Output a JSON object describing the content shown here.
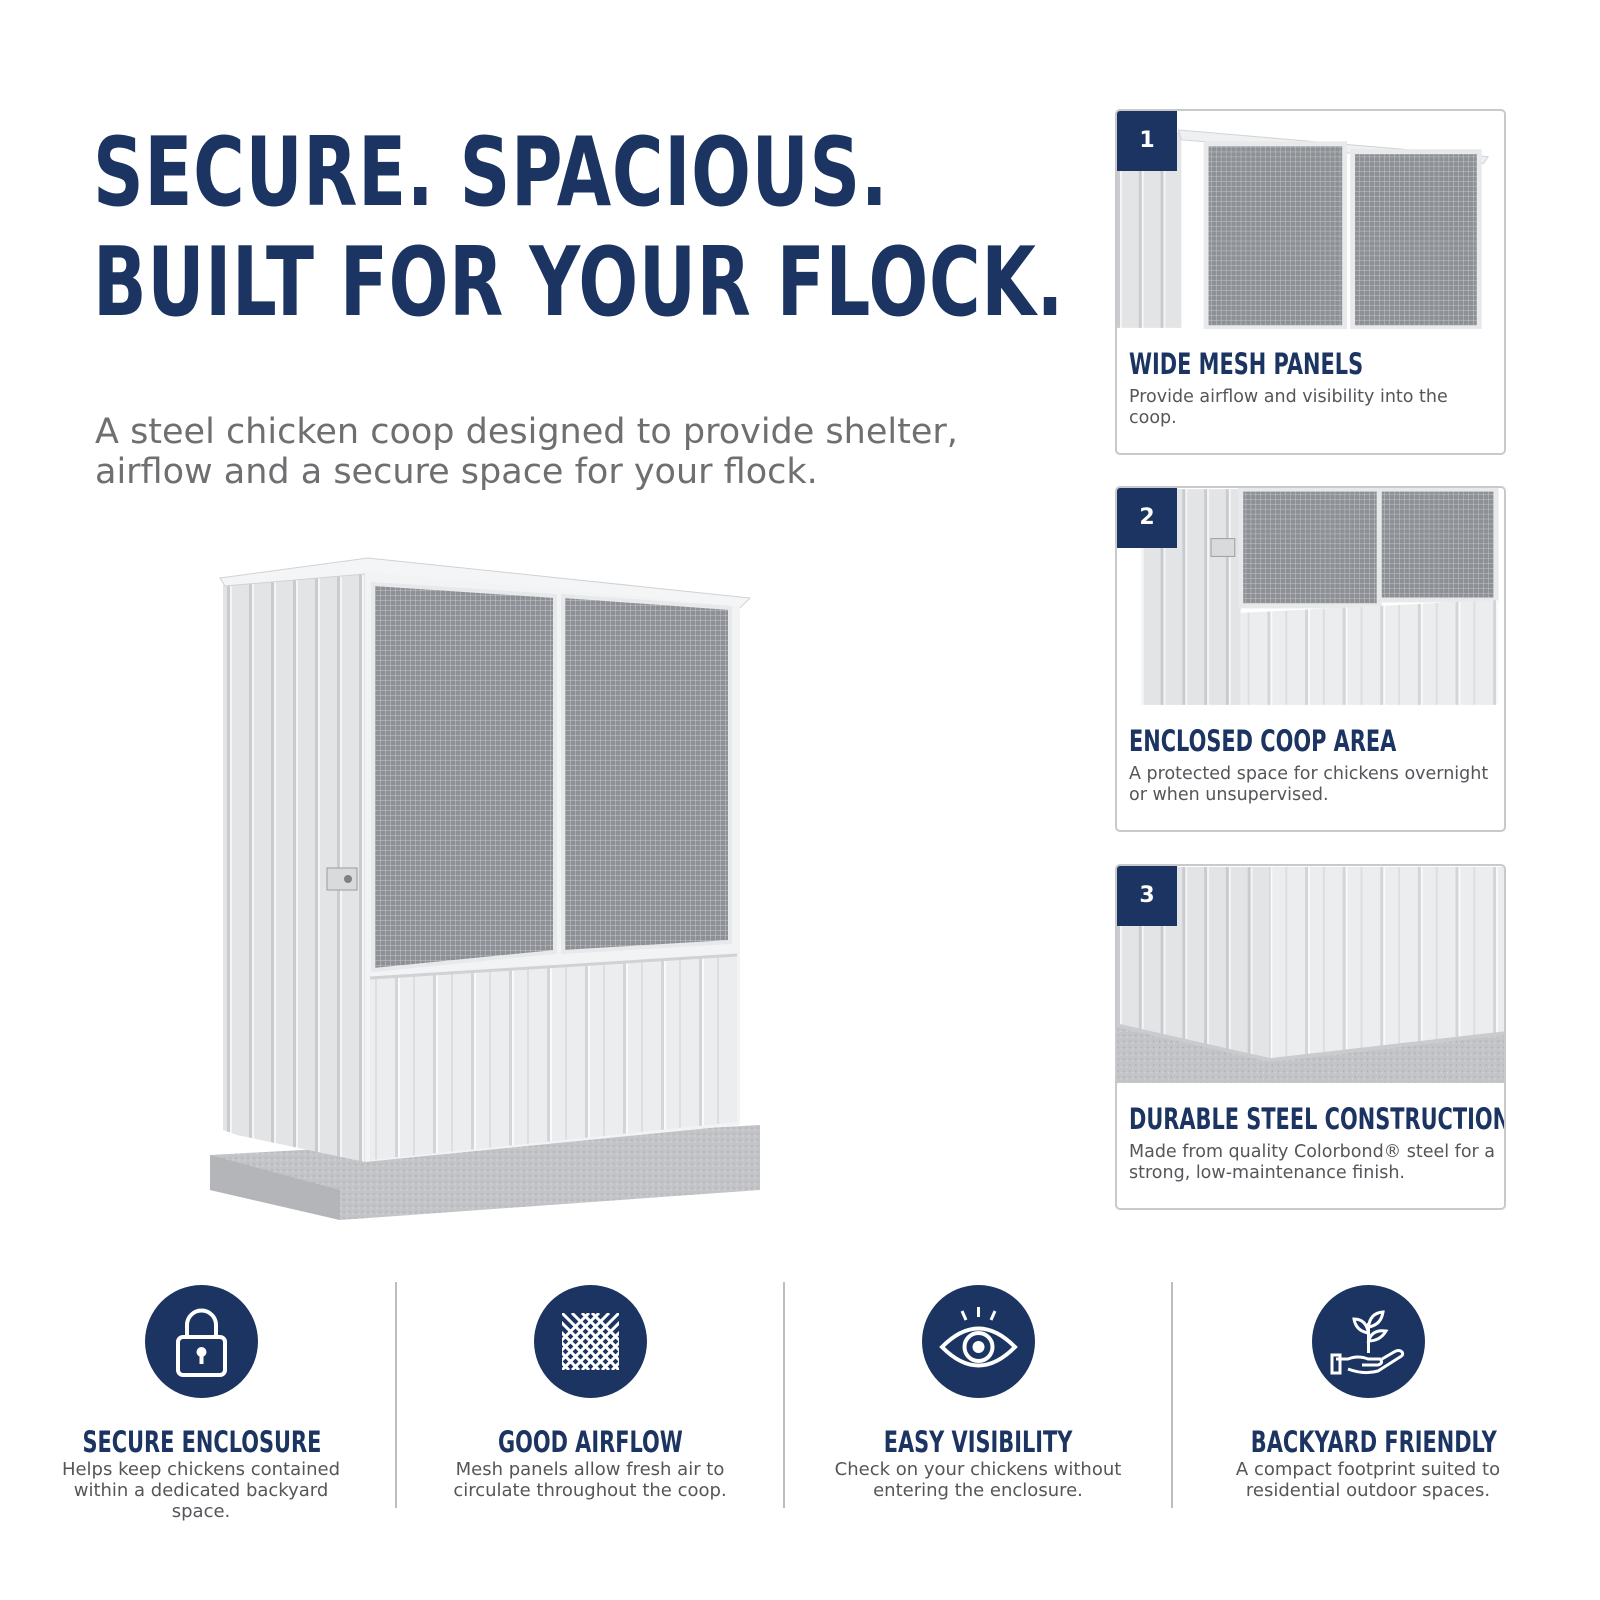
{
  "hero": {
    "headline_line1": "SECURE. SPACIOUS.",
    "headline_line2": "BUILT FOR YOUR FLOCK.",
    "subtitle": "A steel chicken coop designed to provide shelter, airflow and a secure space for your flock."
  },
  "colors": {
    "brand_navy": "#1b3461",
    "body_gray": "#55565a",
    "subtitle_gray": "#6f6f72",
    "card_border": "#c9c9cc"
  },
  "cards": [
    {
      "number": "1",
      "title": "WIDE MESH PANELS",
      "description": "Provide airflow and visibility into the coop."
    },
    {
      "number": "2",
      "title": "ENCLOSED COOP AREA",
      "description": "A protected space for chickens overnight or when unsupervised."
    },
    {
      "number": "3",
      "title": "DURABLE STEEL CONSTRUCTION",
      "description": "Made from quality Colorbond® steel for a strong, low-maintenance finish."
    }
  ],
  "features": [
    {
      "icon": "padlock-icon",
      "title": "SECURE ENCLOSURE",
      "description": "Helps keep chickens contained within a dedicated backyard space."
    },
    {
      "icon": "mesh-icon",
      "title": "GOOD AIRFLOW",
      "description": "Mesh panels allow fresh air to circulate throughout the coop."
    },
    {
      "icon": "eye-icon",
      "title": "EASY VISIBILITY",
      "description": "Check on your chickens without entering the enclosure."
    },
    {
      "icon": "plant-in-hand-icon",
      "title": "BACKYARD FRIENDLY",
      "description": "A compact footprint suited to residential outdoor spaces."
    }
  ]
}
